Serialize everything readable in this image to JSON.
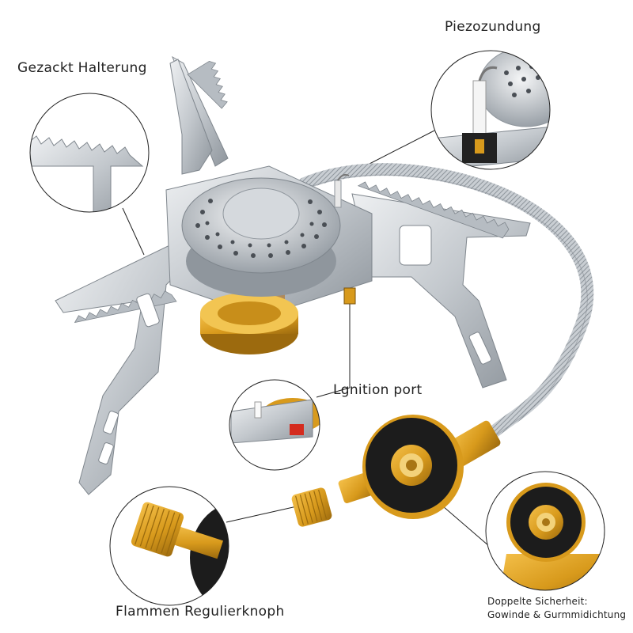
{
  "labels": {
    "pot_support": "Gezackt Halterung",
    "piezo": "Piezozundung",
    "ignition_port": "Lgnition port",
    "flame_knob": "Flammen Regulierknoph",
    "safety_line1": "Doppelte Sicherheit:",
    "safety_line2": "Gowinde & Gurmmidichtung"
  },
  "colors": {
    "steel": "#c8ccd0",
    "steel_dark": "#8a9096",
    "brass": "#d89a1c",
    "seal": "#1c1c1c",
    "callout_line": "#222222"
  }
}
